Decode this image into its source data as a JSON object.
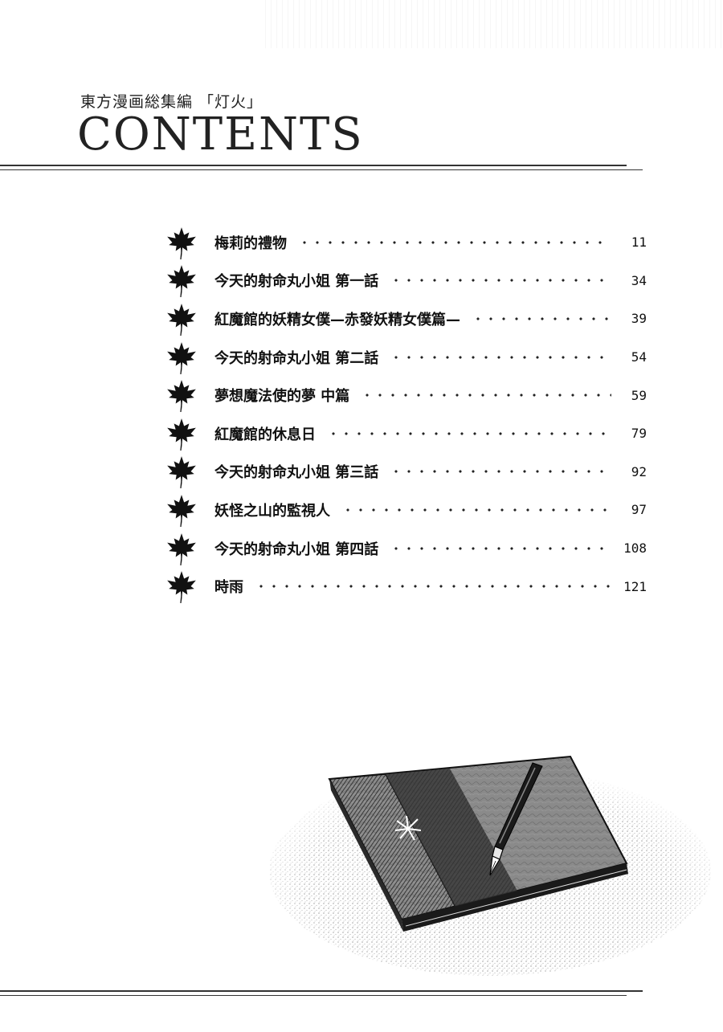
{
  "header": {
    "subtitle": "東方漫画総集編 「灯火」",
    "title": "CONTENTS"
  },
  "toc": {
    "entries": [
      {
        "title": "梅莉的禮物",
        "page": "11"
      },
      {
        "title": "今天的射命丸小姐 第一話",
        "page": "34"
      },
      {
        "title": "紅魔館的妖精女僕—赤發妖精女僕篇—",
        "page": "39"
      },
      {
        "title": "今天的射命丸小姐 第二話",
        "page": "54"
      },
      {
        "title": "夢想魔法使的夢 中篇",
        "page": "59"
      },
      {
        "title": "紅魔館的休息日",
        "page": "79"
      },
      {
        "title": "今天的射命丸小姐 第三話",
        "page": "92"
      },
      {
        "title": "妖怪之山的監視人",
        "page": "97"
      },
      {
        "title": "今天的射命丸小姐 第四話",
        "page": "108"
      },
      {
        "title": "時雨",
        "page": "121"
      }
    ],
    "bullet_icon": "maple-leaf-icon"
  },
  "illustration": {
    "subject": "notebook-with-fountain-pen",
    "colors": {
      "ink": "#222222",
      "paper": "#ffffff"
    }
  }
}
